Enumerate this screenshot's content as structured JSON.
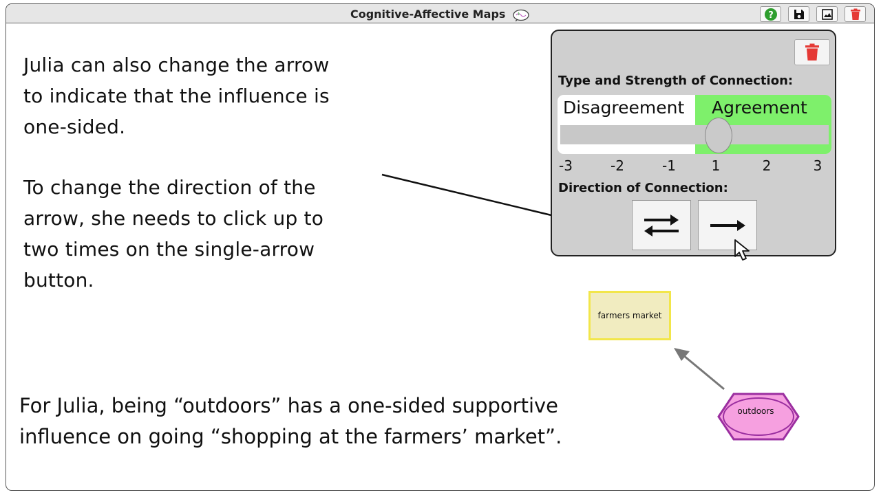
{
  "window": {
    "title": "Cognitive-Affective Maps"
  },
  "toolbar": {
    "help_icon": "help-circle-icon",
    "save_icon": "floppy-disk-icon",
    "image_icon": "image-icon",
    "delete_icon": "trash-icon"
  },
  "slide": {
    "intro": "Julia can also change the arrow\nto indicate that the influence is\none-sided.",
    "instruction": "To change the direction of the\narrow, she needs to click up to\ntwo times on the single-arrow\nbutton.",
    "conclusion": "For Julia, being “outdoors” has a one-sided supportive\ninfluence on going “shopping at the farmers’ market”."
  },
  "connection_panel": {
    "strength_label": "Type and Strength of Connection:",
    "disagreement_label": "Disagreement",
    "agreement_label": "Agreement",
    "ticks": [
      "-3",
      "-2",
      "-1",
      "1",
      "2",
      "3"
    ],
    "selected_strength": 1,
    "direction_label": "Direction of Connection:",
    "bidirectional_icon": "bidirectional-arrow-icon",
    "unidirectional_icon": "right-arrow-icon"
  },
  "colors": {
    "agreement": "#7ef06b",
    "positive_concept_fill": "#f6a0e0",
    "positive_concept_border": "#9b2fa0",
    "neutral_concept_fill": "#f1ecc0",
    "neutral_concept_border": "#f2e64a",
    "delete_red": "#e53935",
    "help_green": "#2e9e2e"
  },
  "concepts": [
    {
      "id": "farmers-market",
      "label": "farmers market",
      "valence": "neutral"
    },
    {
      "id": "outdoors",
      "label": "outdoors",
      "valence": "positive"
    }
  ]
}
